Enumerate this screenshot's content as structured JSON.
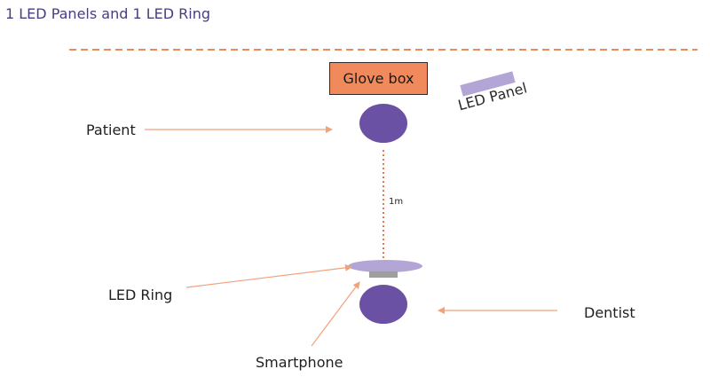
{
  "title": "1 LED Panels and 1 LED Ring",
  "labels": {
    "glove_box": "Glove box",
    "led_panel": "LED Panel",
    "patient": "Patient",
    "distance": "1m",
    "led_ring": "LED Ring",
    "dentist": "Dentist",
    "smartphone": "Smartphone"
  },
  "colors": {
    "title": "#4b3c7d",
    "divider": "#f08a5c",
    "glove_box": "#f08a5c",
    "head": "#6a51a3",
    "led": "#b3a6d6",
    "phone": "#9e9e9e",
    "arrow": "#f0a27a",
    "distance_line": "#e07a55"
  }
}
